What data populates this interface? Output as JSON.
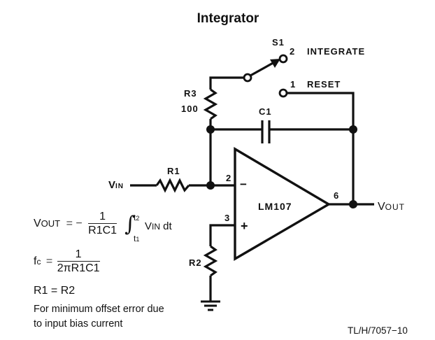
{
  "title": "Integrator",
  "components": {
    "switch": {
      "name": "S1",
      "pos2_num": "2",
      "pos2_label": "INTEGRATE",
      "pos1_num": "1",
      "pos1_label": "RESET"
    },
    "r3": {
      "name": "R3",
      "value": "100"
    },
    "c1": {
      "name": "C1"
    },
    "r1": {
      "name": "R1"
    },
    "r2": {
      "name": "R2"
    },
    "opamp": {
      "name": "LM107",
      "pin_inv": "2",
      "pin_noninv": "3",
      "pin_out": "6",
      "sign_inv": "−",
      "sign_noninv": "+"
    },
    "vin": {
      "main": "V",
      "sub": "IN"
    },
    "vout": {
      "main": "V",
      "sub": "OUT"
    }
  },
  "equations": {
    "vout": {
      "lhs_main": "V",
      "lhs_sub": "OUT",
      "eq": "= −",
      "num": "1",
      "den": "R1C1",
      "integral": "∫",
      "upper": "t",
      "upper_sub": "2",
      "lower": "t",
      "lower_sub": "1",
      "integrand_main": "V",
      "integrand_sub": "IN",
      "dt": " dt"
    },
    "fc": {
      "lhs_main": "f",
      "lhs_sub": "c",
      "eq": "=",
      "num": "1",
      "den": "2πR1C1"
    },
    "r1r2": "R1 = R2",
    "note_line1": "For minimum offset error due",
    "note_line2": "to input bias current"
  },
  "figure_id": "TL/H/7057−10"
}
